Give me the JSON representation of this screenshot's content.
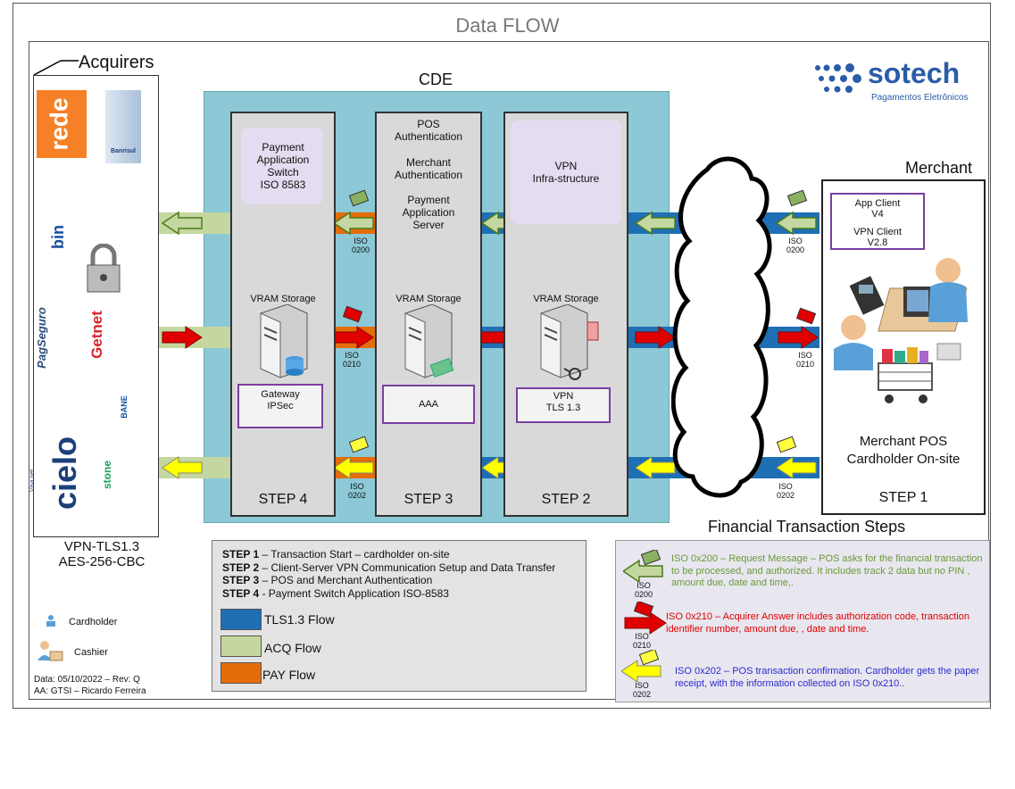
{
  "title": "Data FLOW",
  "cde_label": "CDE",
  "acquirers_label": "Acquirers",
  "merchant_label": "Merchant",
  "fin_steps_label": "Financial Transaction Steps",
  "acquirer_logos": [
    "rede",
    "Banrisul",
    "bin",
    "PagSeguro",
    "Getnet",
    "BANE",
    "cielo",
    "Visa net",
    "stone"
  ],
  "acq_footer": [
    "VPN-TLS1.3",
    "AES-256-CBC"
  ],
  "logo": {
    "brand": "sotech",
    "tagline": "Pagamentos Eletrônicos"
  },
  "step4": {
    "top": [
      "Payment",
      "Application",
      "Switch",
      "ISO 8583"
    ],
    "storage": "VRAM Storage",
    "box": [
      "Gateway",
      "IPSec"
    ],
    "label": "STEP 4"
  },
  "step3": {
    "top1": [
      "POS",
      "Authentication"
    ],
    "top2": [
      "Merchant",
      "Authentication"
    ],
    "top3": [
      "Payment",
      "Application",
      "Server"
    ],
    "storage": "VRAM Storage",
    "box": "AAA",
    "label": "STEP 3"
  },
  "step2": {
    "top": [
      "VPN",
      "Infra-structure"
    ],
    "storage": "VRAM Storage",
    "box": [
      "VPN",
      "TLS 1.3"
    ],
    "label": "STEP 2"
  },
  "step1": {
    "app_client": [
      "App Client",
      "V4"
    ],
    "vpn_client": [
      "VPN Client",
      "V2.8"
    ],
    "title": [
      "Merchant POS",
      "Cardholder On-site"
    ],
    "label": "STEP 1"
  },
  "iso_tags": {
    "i200": [
      "ISO",
      "0200"
    ],
    "i210": [
      "ISO",
      "0210"
    ],
    "i202": [
      "ISO",
      "0202"
    ]
  },
  "legend_steps": [
    {
      "key": "STEP 1",
      "text": " – Transaction Start – cardholder on-site"
    },
    {
      "key": "STEP 2",
      "text": " – Client-Server VPN Communication Setup and Data Transfer"
    },
    {
      "key": "STEP 3",
      "text": " – POS and Merchant Authentication"
    },
    {
      "key": "STEP 4",
      "text": " -  Payment Switch Application ISO-8583"
    }
  ],
  "flows": [
    {
      "label": "TLS1.3 Flow",
      "color": "#1f6fb4"
    },
    {
      "label": "ACQ Flow",
      "color": "#c4d7a0"
    },
    {
      "label": "PAY Flow",
      "color": "#e46c0a"
    }
  ],
  "people": {
    "cardholder": "Cardholder",
    "cashier": "Cashier"
  },
  "meta": [
    "Data: 05/10/2022 – Rev: Q",
    "AA: GTSI – Ricardo Ferreira"
  ],
  "legend_iso": [
    {
      "code": "ISO 0x200",
      "text": " – Request Message – POS asks for the financial transaction to be processed, and authorized. It includes track 2 data but no PIN , amount due, date and time,.",
      "color": "#6a9a3a"
    },
    {
      "code": "ISO 0x210",
      "text": " – Acquirer Answer includes authorization code, transaction identifier number, amount due, , date and time.",
      "color": "#e00000"
    },
    {
      "code": "ISO 0x202",
      "text": " – POS transaction confirmation. Cardholder gets the paper receipt, with the information collected on ISO 0x210..",
      "color": "#2b2bd0"
    }
  ]
}
